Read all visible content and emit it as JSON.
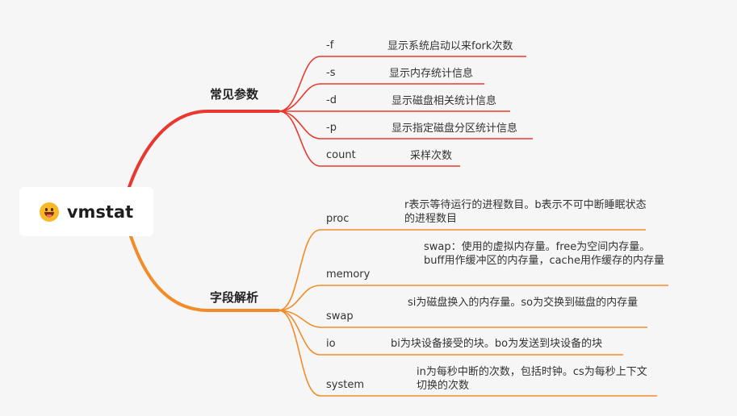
{
  "root": {
    "label": "vmstat",
    "icon": "grinning-face-icon"
  },
  "branches": [
    {
      "label": "常见参数",
      "color": "#e8382f",
      "items": [
        {
          "key": "-f",
          "desc": "显示系统启动以来fork次数"
        },
        {
          "key": "-s",
          "desc": "显示内存统计信息"
        },
        {
          "key": "-d",
          "desc": "显示磁盘相关统计信息"
        },
        {
          "key": "-p",
          "desc": "显示指定磁盘分区统计信息"
        },
        {
          "key": "count",
          "desc": "采样次数"
        }
      ]
    },
    {
      "label": "字段解析",
      "color": "#f28c28",
      "items": [
        {
          "key": "proc",
          "desc": "r表示等待运行的进程数目。b表示不可中断睡眠状态的进程数目"
        },
        {
          "key": "memory",
          "desc": "swap：使用的虚拟内存量。free为空间内存量。buff用作缓冲区的内存量，cache用作缓存的内存量"
        },
        {
          "key": "swap",
          "desc": "si为磁盘换入的内存量。so为交换到磁盘的内存量"
        },
        {
          "key": "io",
          "desc": "bi为块设备接受的块。bo为发送到块设备的块"
        },
        {
          "key": "system",
          "desc": "in为每秒中断的次数，包括时钟。cs为每秒上下文切换的次数"
        }
      ]
    }
  ]
}
